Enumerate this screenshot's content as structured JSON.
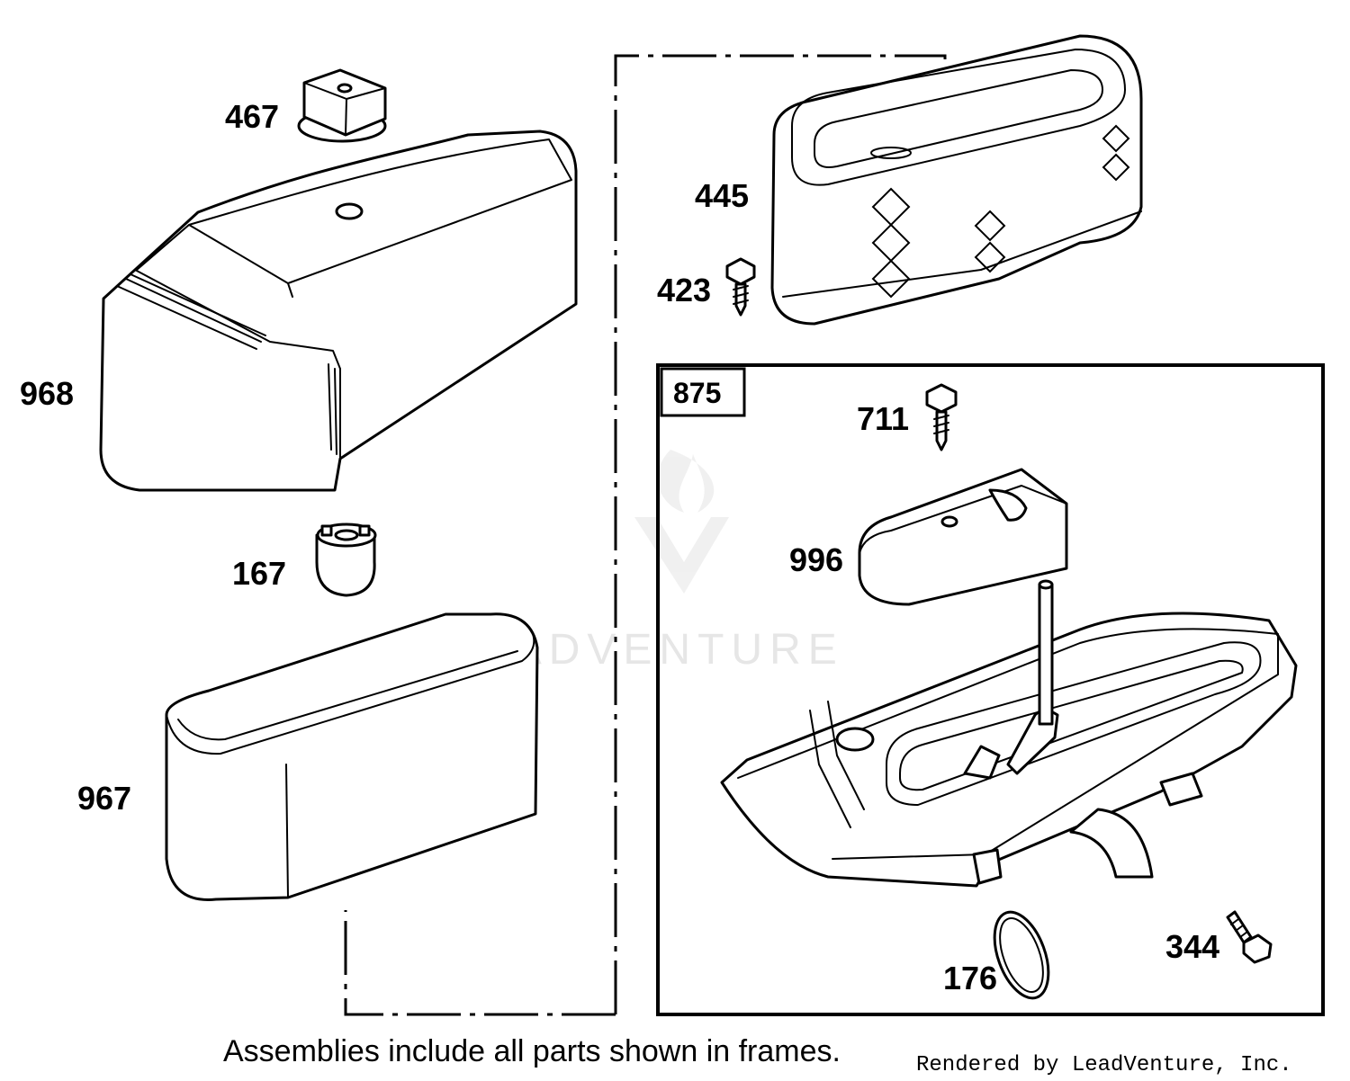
{
  "parts": {
    "p467": "467",
    "p968": "968",
    "p167": "167",
    "p967": "967",
    "p445": "445",
    "p423": "423",
    "p711": "711",
    "p996": "996",
    "p176": "176",
    "p344": "344"
  },
  "frame": {
    "label": "875"
  },
  "caption": "Assemblies include all parts shown in frames.",
  "credit": "Rendered by LeadVenture, Inc.",
  "watermark": "LEADVENTURE"
}
